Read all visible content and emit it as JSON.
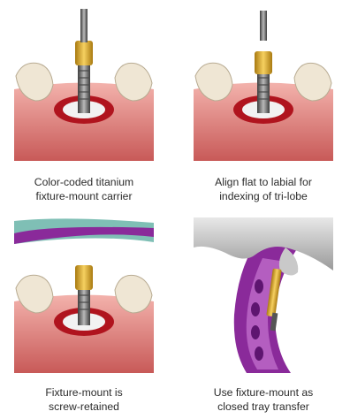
{
  "panels": [
    {
      "caption_line1": "Color-coded titanium",
      "caption_line2": "fixture-mount carrier"
    },
    {
      "caption_line1": "Align flat to labial for",
      "caption_line2": "indexing of tri-lobe"
    },
    {
      "caption_line1": "Fixture-mount is",
      "caption_line2": "screw-retained"
    },
    {
      "caption_line1": "Use fixture-mount as",
      "caption_line2": "closed tray transfer"
    }
  ],
  "colors": {
    "gum": "#d9726e",
    "socket": "#b0141e",
    "tooth": "#efe6d4",
    "titanium": "#e6b630",
    "tray_teal": "#7fbfb5",
    "tray_purple": "#8a2a9a"
  }
}
